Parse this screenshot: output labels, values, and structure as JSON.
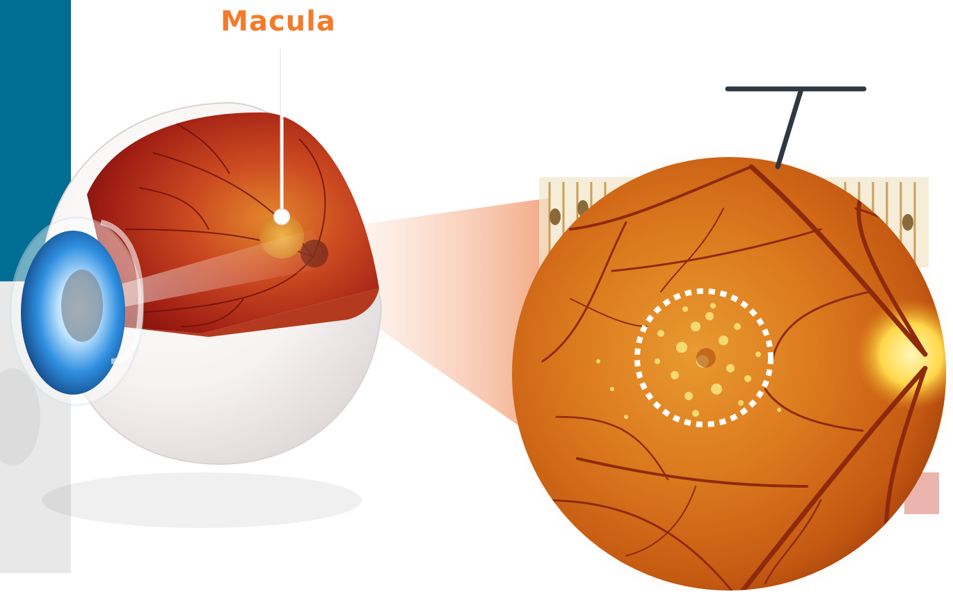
{
  "labels": {
    "macula": "Macula"
  },
  "colors": {
    "sidebar_blue": "#006d93",
    "label_orange": "#f47b2a",
    "leader_dark": "#2f3742",
    "retina_orange": "#dc7a1e",
    "drusen_yellow": "#f7e27a",
    "iris_blue": "#2f8fe0",
    "sclera_white": "#f6f2f1"
  },
  "icons": {
    "eye": "eye-cross-section-illustration",
    "fundus": "retina-fundus-photo",
    "photoreceptors": "photoreceptor-cells-illustration",
    "drusen_marker": "dotted-circle-marker"
  }
}
